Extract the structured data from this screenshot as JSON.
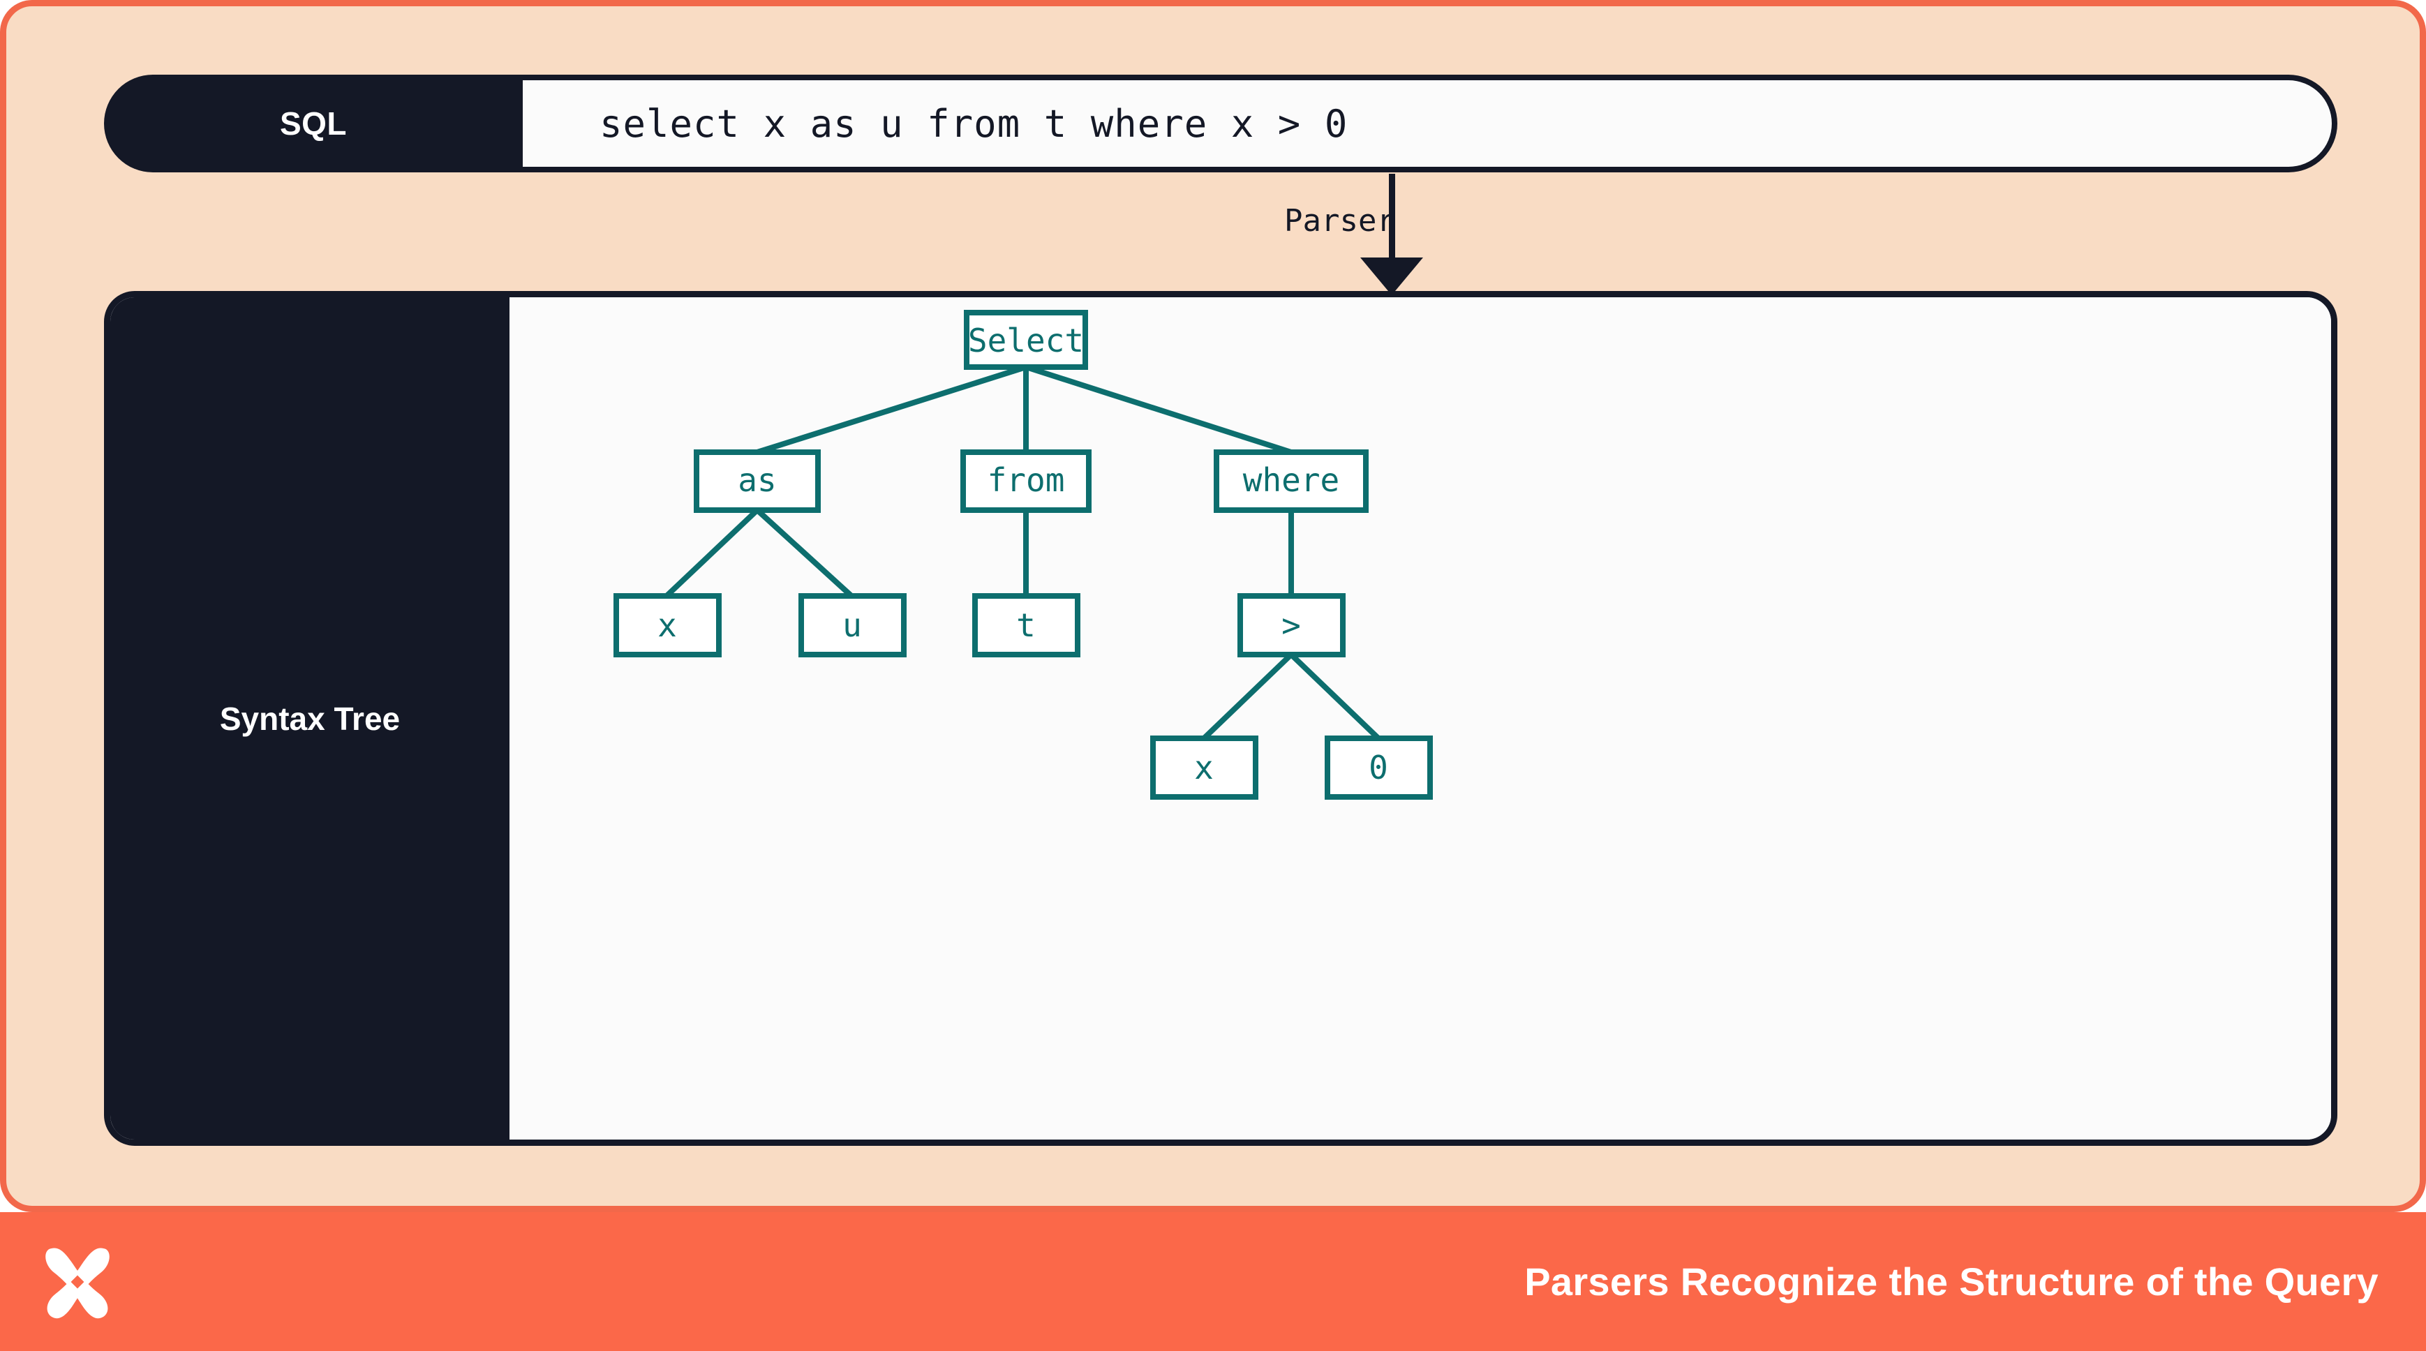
{
  "theme": {
    "peach_bg": "#f9dcc4",
    "orange_accent": "#fb6849",
    "orange_border": "#f2684a",
    "dark_navy": "#141826",
    "teal": "#0d6e6e",
    "panel_white": "#fbfbfb"
  },
  "sql_row": {
    "label": "SQL",
    "query": "select x as u from t where x > 0"
  },
  "transform": {
    "label": "Parser",
    "arrow_icon": "arrow-down-icon"
  },
  "tree_panel": {
    "sidebar_label": "Syntax Tree",
    "nodes": [
      {
        "id": "select",
        "label": "Select"
      },
      {
        "id": "as",
        "label": "as"
      },
      {
        "id": "from",
        "label": "from"
      },
      {
        "id": "where",
        "label": "where"
      },
      {
        "id": "x1",
        "label": "x"
      },
      {
        "id": "u",
        "label": "u"
      },
      {
        "id": "t",
        "label": "t"
      },
      {
        "id": "gt",
        "label": ">"
      },
      {
        "id": "x2",
        "label": "x"
      },
      {
        "id": "zero",
        "label": "0"
      }
    ]
  },
  "footer": {
    "logo_icon": "butterfly-x-logo-icon",
    "caption": "Parsers Recognize the Structure of the Query"
  }
}
